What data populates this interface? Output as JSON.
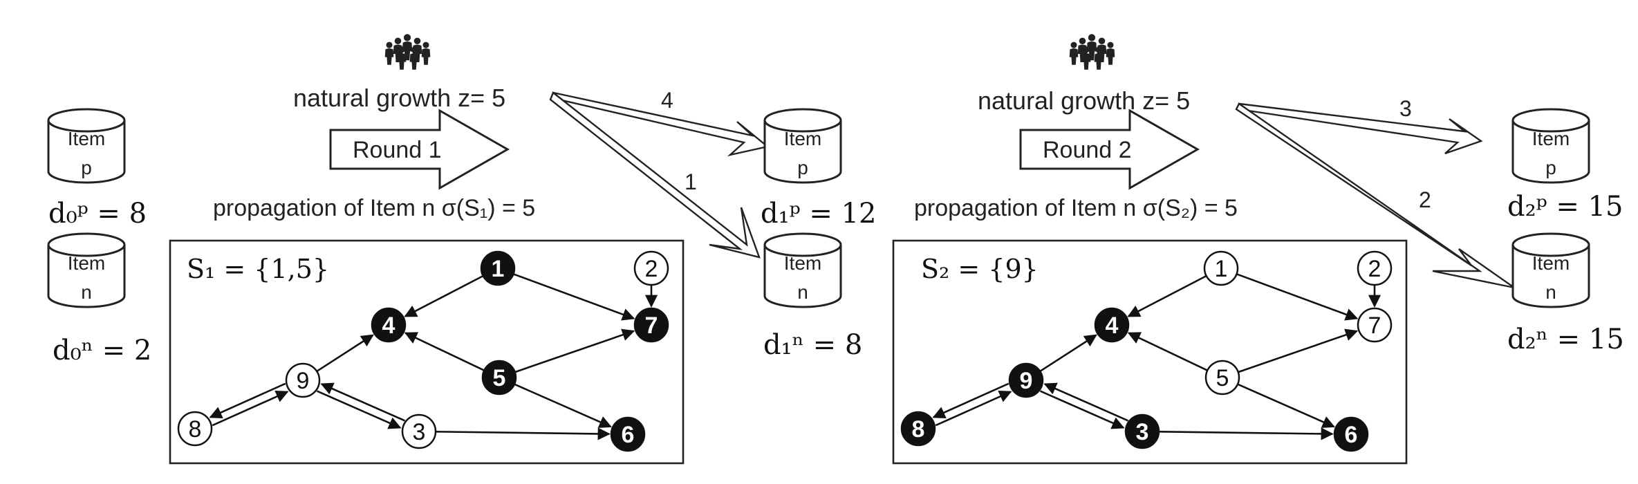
{
  "rounds": [
    {
      "label": "Round 1",
      "natural_growth": "natural growth z= 5",
      "propagation": "propagation of Item n σ(S₁) = 5",
      "seed_set": "S₁ = {1,5}",
      "arrow_p_value": "4",
      "arrow_n_value": "1",
      "demand_p": "d₁ᵖ = 12",
      "demand_n": "d₁ⁿ = 8",
      "activated_nodes": [
        "1",
        "4",
        "5",
        "7",
        "6"
      ]
    },
    {
      "label": "Round 2",
      "natural_growth": "natural growth z= 5",
      "propagation": "propagation of Item n σ(S₂) = 5",
      "seed_set": "S₂ = {9}",
      "arrow_p_value": "3",
      "arrow_n_value": "2",
      "demand_p": "d₂ᵖ = 15",
      "demand_n": "d₂ⁿ = 15",
      "activated_nodes": [
        "4",
        "9",
        "8",
        "3",
        "6"
      ]
    }
  ],
  "initial": {
    "demand_p": "d₀ᵖ = 8",
    "demand_n": "d₀ⁿ = 2"
  },
  "items": {
    "item_p": [
      "Item",
      "p"
    ],
    "item_n": [
      "Item",
      "n"
    ]
  },
  "graph": {
    "nodes": [
      "1",
      "2",
      "4",
      "7",
      "5",
      "9",
      "8",
      "3",
      "6"
    ],
    "edges": [
      [
        "1",
        "4"
      ],
      [
        "1",
        "7"
      ],
      [
        "2",
        "7"
      ],
      [
        "5",
        "4"
      ],
      [
        "5",
        "7"
      ],
      [
        "5",
        "6"
      ],
      [
        "9",
        "4"
      ],
      [
        "9",
        "8"
      ],
      [
        "8",
        "9"
      ],
      [
        "9",
        "3"
      ],
      [
        "3",
        "9"
      ],
      [
        "3",
        "6"
      ]
    ]
  },
  "icons": {
    "people": "people-group-icon"
  }
}
